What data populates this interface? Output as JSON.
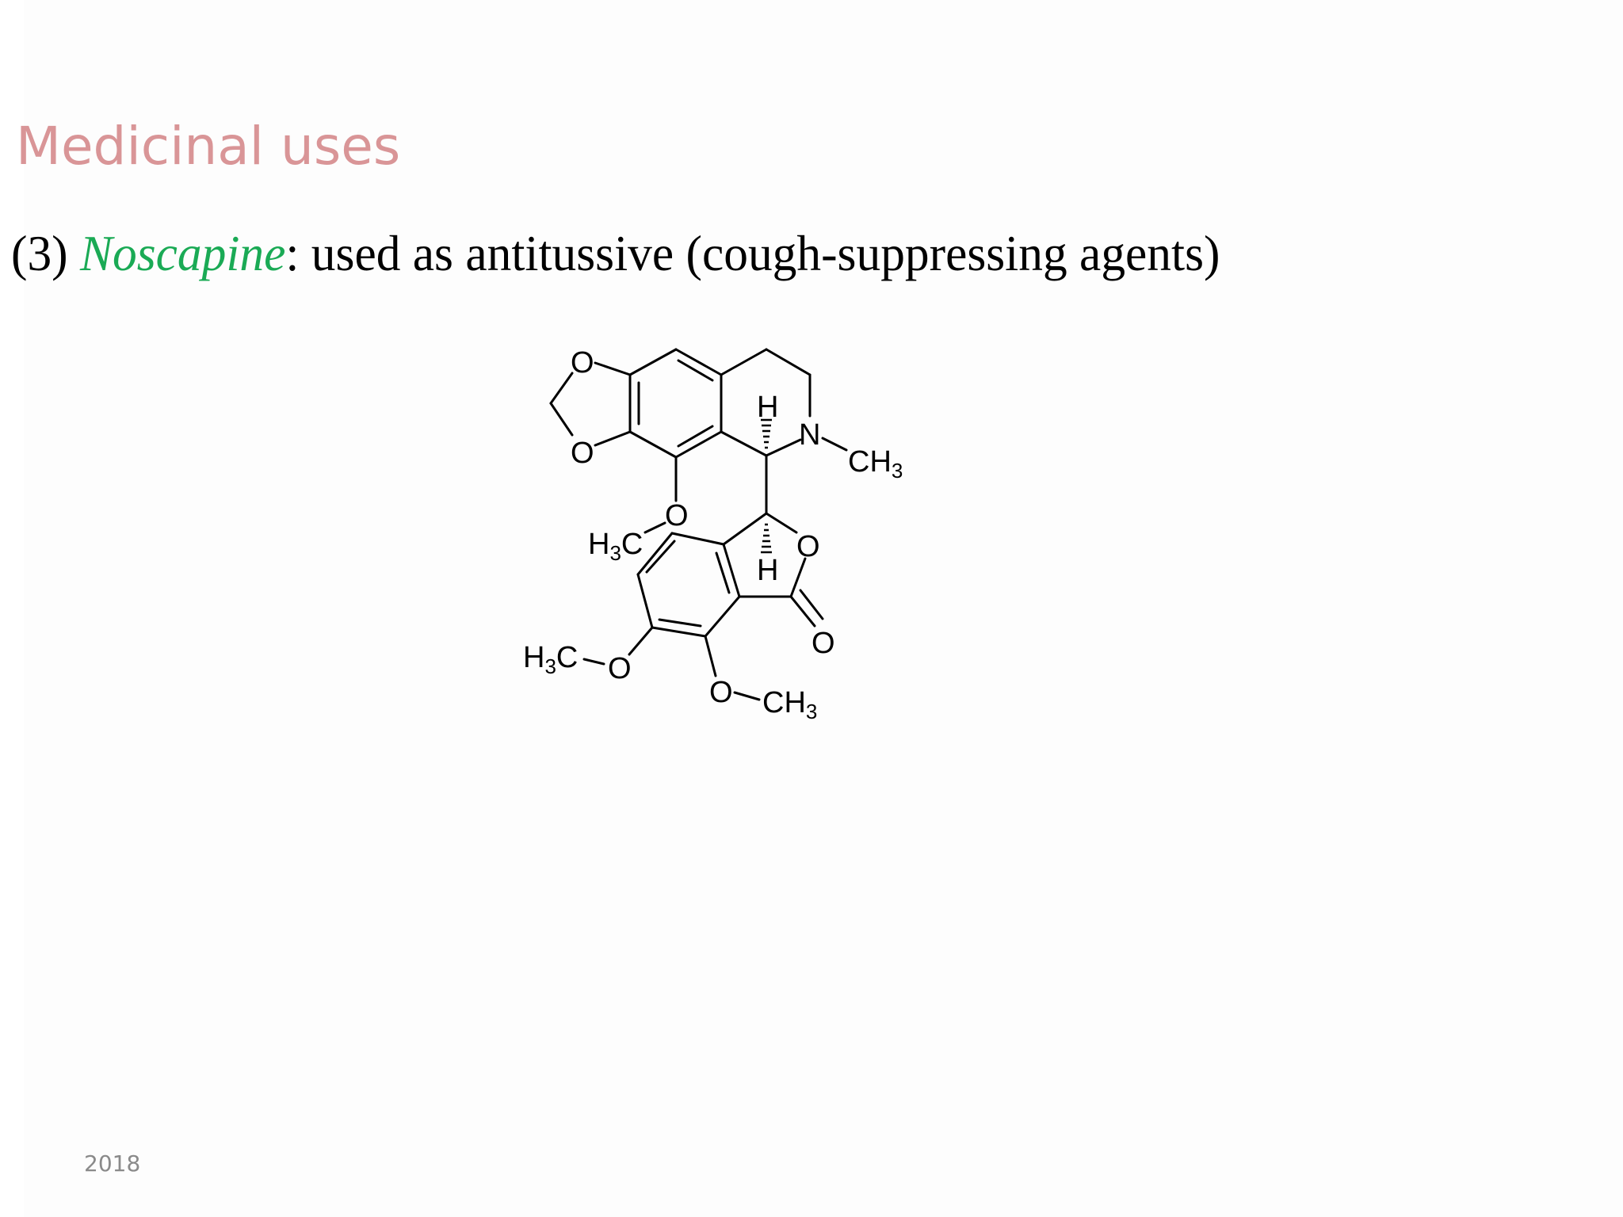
{
  "slide": {
    "title": "Medicinal uses",
    "item": {
      "number": "(3)",
      "drug_name": "Noscapine",
      "separator": ":",
      "description": "used as antitussive (cough-suppressing agents)"
    },
    "structure": {
      "name": "Noscapine chemical structure",
      "labels": {
        "o_dioxole_top": "O",
        "o_dioxole_bottom": "O",
        "h_top": "H",
        "n": "N",
        "ch3_n": "CH",
        "ch3_n_sub": "3",
        "o_methoxy_upper": "O",
        "h3c_upper": "H",
        "h3c_upper_sub": "3",
        "h3c_upper_c": "C",
        "o_lactone": "O",
        "h_bottom": "H",
        "o_carbonyl": "O",
        "h3c_left": "H",
        "h3c_left_sub": "3",
        "h3c_left_c": "C",
        "o_methoxy_left": "O",
        "o_methoxy_bottom": "O",
        "ch3_bottom": "CH",
        "ch3_bottom_sub": "3"
      }
    },
    "footer": {
      "year": "2018"
    },
    "colors": {
      "title": "#d99597",
      "drug_name": "#1aaa55",
      "text": "#000000",
      "footer": "#8a8a8a"
    }
  }
}
